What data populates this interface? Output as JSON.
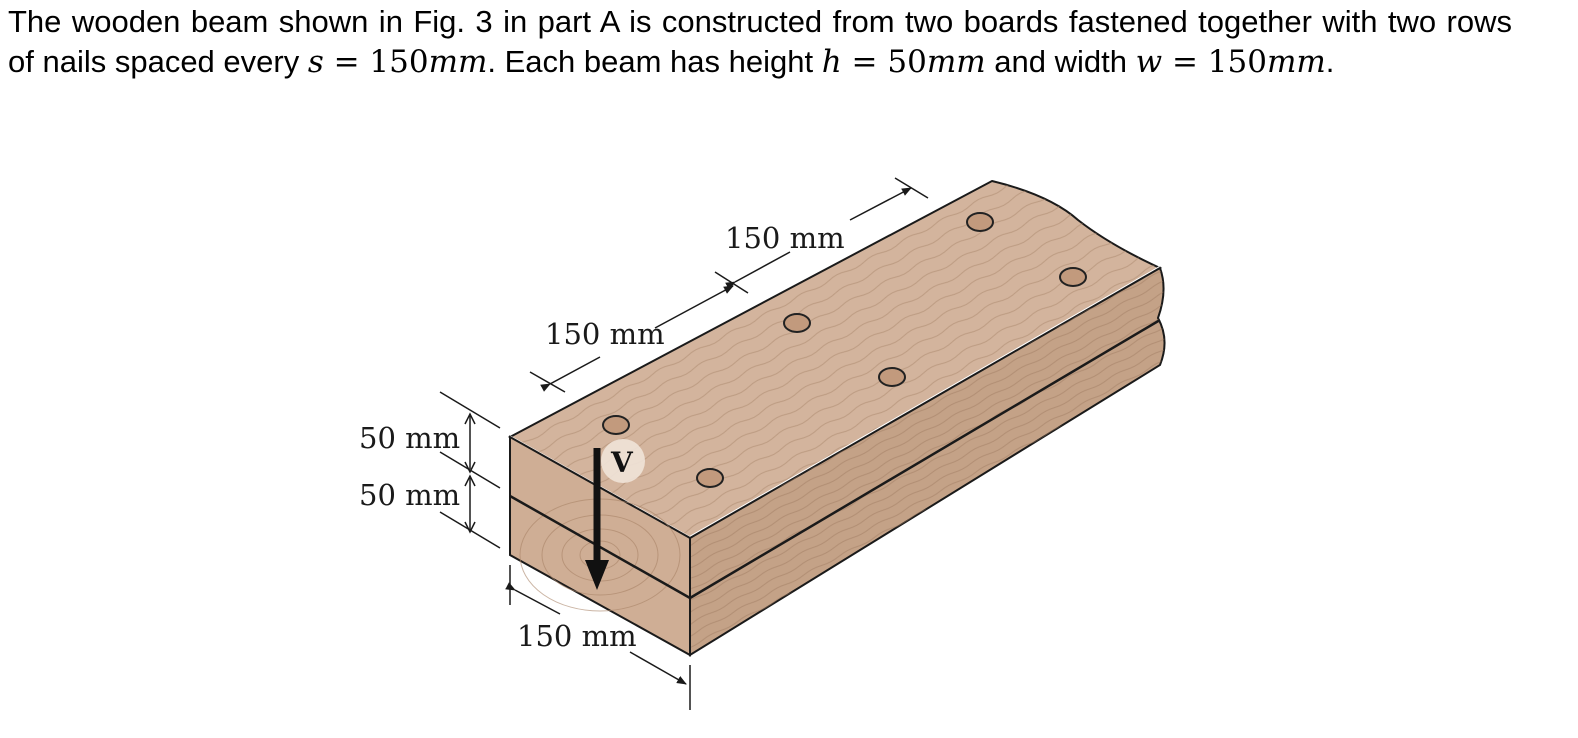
{
  "problem": {
    "intro": "The wooden beam shown in Fig. 3 in part A is constructed from two boards fastened together with two rows of nails spaced every ",
    "s_sym": "s",
    "eq1": " = 150",
    "unit1": "mm",
    "mid": ". Each beam has height ",
    "h_sym": "h",
    "eq2": " = 50",
    "unit2": "mm",
    "mid2": " and width ",
    "w_sym": "w",
    "eq3": " = 150",
    "unit3": "mm",
    "end": "."
  },
  "figure": {
    "dims": {
      "top_upper": "150 mm",
      "top_lower": "150 mm",
      "height_top_board": "50 mm",
      "height_bottom_board": "50 mm",
      "width_bottom": "150 mm"
    },
    "force_label": "V"
  },
  "colors": {
    "wood_top": "#d3b49d",
    "wood_side": "#c4a287",
    "wood_end": "#cfae95",
    "nail": "#c29a7d",
    "outline": "#1a1a1a"
  }
}
